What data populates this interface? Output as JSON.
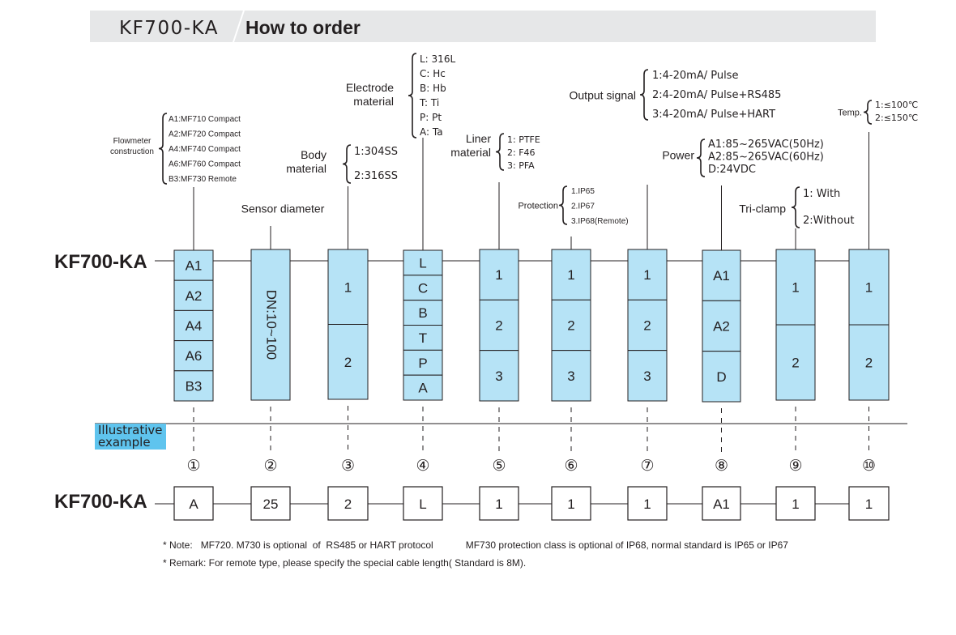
{
  "header": {
    "model": "KF700-KA",
    "title": "How to order"
  },
  "model_label": "KF700-KA",
  "example_model_label": "KF700-KA",
  "example_label": [
    "Illustrative",
    "example"
  ],
  "columns": [
    {
      "cells": [
        "A1",
        "A2",
        "A4",
        "A6",
        "B3"
      ],
      "caption": [
        "Flowmeter",
        "construction"
      ],
      "options": [
        "A1:MF710 Compact",
        "A2:MF720 Compact",
        "A4:MF740 Compact",
        "A6:MF760 Compact",
        "B3:MF730 Remote"
      ],
      "index": "①",
      "example": "A"
    },
    {
      "cells": [
        "DN:10~100"
      ],
      "caption": [
        "Sensor diameter"
      ],
      "options": [],
      "index": "②",
      "example": "25"
    },
    {
      "cells": [
        "1",
        "2"
      ],
      "caption": [
        "Body",
        "material"
      ],
      "options": [
        "1:304SS",
        "2:316SS"
      ],
      "index": "③",
      "example": "2"
    },
    {
      "cells": [
        "L",
        "C",
        "B",
        "T",
        "P",
        "A"
      ],
      "caption": [
        "Electrode",
        "material"
      ],
      "options": [
        "L: 316L",
        "C: Hc",
        "B: Hb",
        "T: Ti",
        "P: Pt",
        "A: Ta"
      ],
      "index": "④",
      "example": "L"
    },
    {
      "cells": [
        "1",
        "2",
        "3"
      ],
      "caption": [
        "Liner",
        "material"
      ],
      "options": [
        "1: PTFE",
        "2: F46",
        "3: PFA"
      ],
      "index": "⑤",
      "example": "1"
    },
    {
      "cells": [
        "1",
        "2",
        "3"
      ],
      "caption": [
        "Protection"
      ],
      "options": [
        "1.IP65",
        "2.IP67",
        "3.IP68(Remote)"
      ],
      "index": "⑥",
      "example": "1"
    },
    {
      "cells": [
        "1",
        "2",
        "3"
      ],
      "caption": [
        "Output signal"
      ],
      "options": [
        "1:4-20mA/ Pulse",
        "2:4-20mA/ Pulse+RS485",
        "3:4-20mA/ Pulse+HART"
      ],
      "index": "⑦",
      "example": "1"
    },
    {
      "cells": [
        "A1",
        "A2",
        "D"
      ],
      "caption": [
        "Power"
      ],
      "options": [
        "A1:85~265VAC(50Hz)",
        "A2:85~265VAC(60Hz)",
        "D:24VDC"
      ],
      "index": "⑧",
      "example": "A1"
    },
    {
      "cells": [
        "1",
        "2"
      ],
      "caption": [
        "Tri-clamp"
      ],
      "options": [
        "1: With",
        "2:Without"
      ],
      "index": "⑨",
      "example": "1"
    },
    {
      "cells": [
        "1",
        "2"
      ],
      "caption": [
        "Temp."
      ],
      "options": [
        "1:≤100℃",
        "2:≤150℃"
      ],
      "index": "⑩",
      "example": "1"
    }
  ],
  "notes": [
    "* Note:   MF720. M730 is optional  of  RS485 or HART protocol            MF730 protection class is optional of IP68, normal standard is IP65 or IP67",
    "* Remark: For remote type, please specify the special cable length( Standard is 8M)."
  ],
  "colors": {
    "cell_fill": "#b6e3f6",
    "header_bg": "#e6e7e8",
    "example_tag": "#5fc4ee"
  }
}
